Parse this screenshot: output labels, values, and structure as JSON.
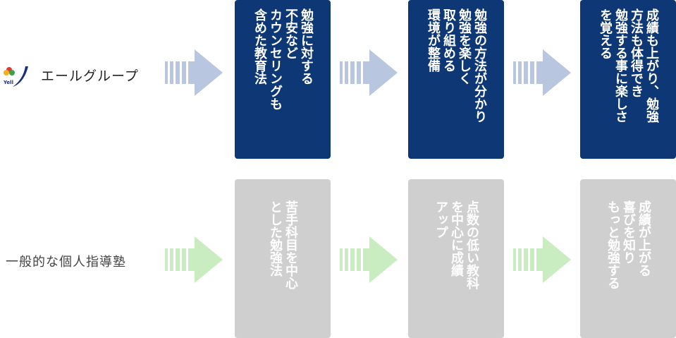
{
  "rows": {
    "top": {
      "label": "エールグループ",
      "logo_text": "Yell",
      "boxes": [
        {
          "lines": [
            "勉強に対する",
            "不安など",
            "カウンセリングも",
            "含めた教育法"
          ]
        },
        {
          "lines": [
            "勉強の方法が分かり",
            "勉強を楽しく",
            "取り組める",
            "環境が整備"
          ]
        },
        {
          "lines": [
            "成績も上がり、勉強",
            "方法も体得でき",
            "勉強する事に楽しさ",
            "を覚える"
          ]
        }
      ]
    },
    "bottom": {
      "label": "一般的な個人指導塾",
      "boxes": [
        {
          "lines": [
            "苦手科目を中心",
            "とした勉強法"
          ]
        },
        {
          "lines": [
            "点数の低い教科",
            "を中心に成績",
            "アップ"
          ]
        },
        {
          "lines": [
            "成績が上がる",
            "喜びを知り",
            "もっと勉強する"
          ]
        }
      ]
    }
  },
  "colors": {
    "top_box": "#0e3775",
    "bottom_box": "#cfcfcf",
    "top_arrow": "#b9c6e0",
    "bottom_arrow": "#c9edc0"
  }
}
